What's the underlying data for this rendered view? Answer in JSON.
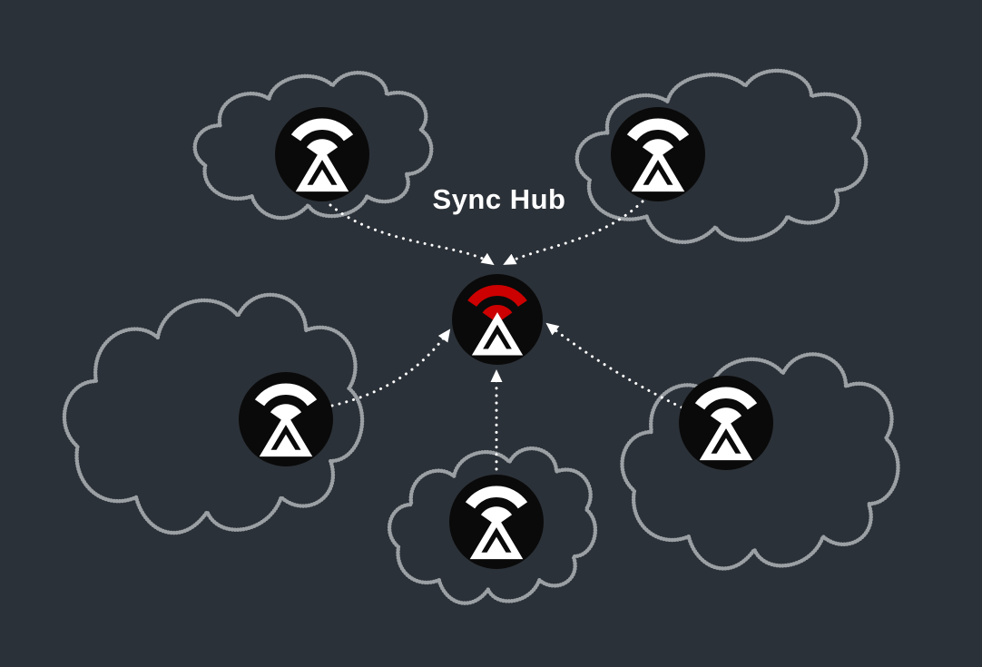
{
  "title": "Sync Hub",
  "colors": {
    "background": "#2b3138",
    "cloud_outline": "#9aa0a4",
    "arrow": "#ffffff",
    "icon_background": "#0a0a0a",
    "icon_glyph": "#ffffff",
    "hub_accent": "#cc0000",
    "title_text": "#ffffff"
  },
  "hub": {
    "icon": "sync-hub-icon",
    "description_visible": "central device icon with red signal arc receiving dotted arrows"
  },
  "devices": [
    {
      "icon": "sync-device-icon",
      "position": "top-left",
      "container": "dotted-cloud"
    },
    {
      "icon": "sync-device-icon",
      "position": "top-right",
      "container": "dotted-cloud"
    },
    {
      "icon": "sync-device-icon",
      "position": "mid-left",
      "container": "dotted-cloud"
    },
    {
      "icon": "sync-device-icon",
      "position": "bottom-center",
      "container": "dotted-cloud"
    },
    {
      "icon": "sync-device-icon",
      "position": "mid-right",
      "container": "dotted-cloud"
    }
  ]
}
